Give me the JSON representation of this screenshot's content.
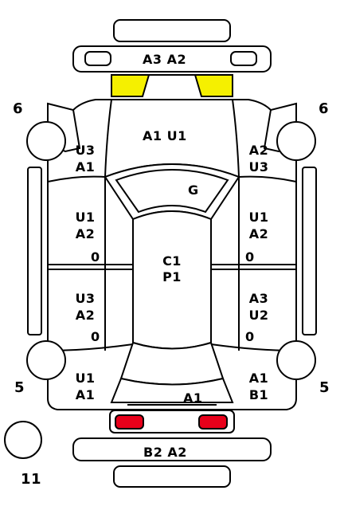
{
  "colors": {
    "outline": "#000000",
    "fill": "#ffffff",
    "front_lights": "#f5f000",
    "rear_lights": "#e8001a"
  },
  "labels": {
    "front_bumper": "A3 A2",
    "hood": "A1 U1",
    "roof": "G",
    "cabin": "C1 P1",
    "rear_panel": "A1",
    "rear_bumper": "B2 A2",
    "left_front_fender": "U3 A1",
    "left_front_door": "U1 A2",
    "left_rear_door": "U3 A2",
    "left_rear_quarter": "U1 A1",
    "right_front_fender": "A2 U3",
    "right_front_door": "U1 A2",
    "right_rear_door": "A3 U2",
    "right_rear_quarter": "A1 B1",
    "left_front_door_handle": "0",
    "left_rear_door_handle": "0",
    "right_front_door_handle": "0",
    "right_rear_door_handle": "0",
    "wheel_front_left": "6",
    "wheel_front_right": "6",
    "wheel_rear_left": "5",
    "wheel_rear_right": "5",
    "spare_tire": "11"
  }
}
